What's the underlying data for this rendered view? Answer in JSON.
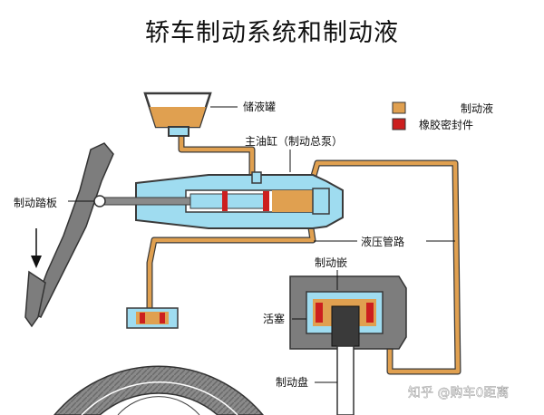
{
  "title": "轿车制动系统和制动液",
  "legend": {
    "fluid_label": "制动液",
    "seal_label": "橡胶密封件",
    "fluid_color": "#e0a050",
    "seal_color": "#cc1f1f"
  },
  "labels": {
    "reservoir": "储液罐",
    "master_cylinder": "主油缸（制动总泵）",
    "pedal": "制动踏板",
    "brake_line": "液压管路",
    "caliper": "制动嵌",
    "piston": "活塞",
    "disc": "制动盘"
  },
  "watermark": "知乎 @购车0距离",
  "colors": {
    "cylinder": "#9fdcf0",
    "metal_gray": "#7d7d7d",
    "dark_gray": "#555555"
  }
}
